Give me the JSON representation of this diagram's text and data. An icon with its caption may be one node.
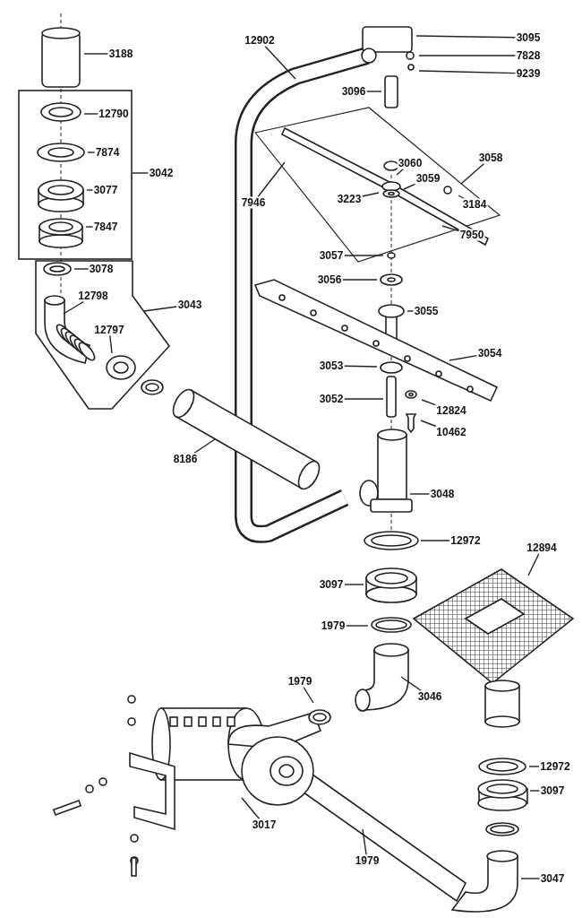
{
  "diagram": {
    "nodes": [
      {
        "text": [
          "3188"
        ]
      },
      {
        "text": [
          "3095"
        ]
      },
      {
        "text": [
          "12902"
        ]
      },
      {
        "text": [
          "7828"
        ]
      },
      {
        "text": [
          "9239"
        ]
      },
      {
        "text": [
          "3096"
        ]
      },
      {
        "text": [
          "3042"
        ]
      },
      {
        "text": [],
        "shape": "box"
      },
      {
        "text": [
          "12790"
        ],
        "in": 7
      },
      {
        "text": [
          "7874"
        ],
        "in": 7
      },
      {
        "text": [
          "3077"
        ],
        "in": 7
      },
      {
        "text": [
          "3060"
        ]
      },
      {
        "text": [
          "3058"
        ]
      },
      {
        "text": [
          "3059"
        ]
      },
      {
        "text": [
          "7946"
        ]
      },
      {
        "text": [
          "3223"
        ]
      },
      {
        "text": [
          "3184"
        ]
      },
      {
        "text": [
          "7950"
        ]
      },
      {
        "text": [
          "3057"
        ]
      },
      {
        "text": [
          "7847"
        ],
        "in": 7
      },
      {
        "text": [
          "3043"
        ]
      },
      {
        "text": [],
        "shape": "box"
      },
      {
        "text": [
          "3078"
        ],
        "in": 21
      },
      {
        "text": [
          "3056"
        ]
      },
      {
        "text": [
          "12798"
        ],
        "in": 21
      },
      {
        "text": [
          "3055"
        ]
      },
      {
        "text": [
          "12797"
        ],
        "in": 21
      },
      {
        "text": [
          "3054"
        ]
      },
      {
        "text": [
          "3053"
        ]
      },
      {
        "text": [
          "3052"
        ]
      },
      {
        "text": [
          "12824"
        ]
      },
      {
        "text": [
          "10462"
        ]
      },
      {
        "text": [
          "8186"
        ]
      },
      {
        "text": [
          "3048"
        ]
      },
      {
        "text": [
          "12972"
        ]
      },
      {
        "text": [
          "12894"
        ]
      },
      {
        "text": [
          "3097"
        ]
      },
      {
        "text": [
          "1979"
        ]
      },
      {
        "text": [
          "1979"
        ]
      },
      {
        "text": [
          "3046"
        ]
      },
      {
        "text": [
          "12972"
        ]
      },
      {
        "text": [
          "3097"
        ]
      },
      {
        "text": [
          "3017"
        ]
      },
      {
        "text": [
          "1979"
        ]
      },
      {
        "text": [
          "3047"
        ]
      }
    ],
    "edges": [
      {
        "from": 0,
        "to": null,
        "arrow": "none"
      },
      {
        "from": 1,
        "to": null,
        "arrow": "none"
      },
      {
        "from": 2,
        "to": null,
        "arrow": "none"
      },
      {
        "from": 3,
        "to": null,
        "arrow": "none"
      },
      {
        "from": 4,
        "to": null,
        "arrow": "none"
      },
      {
        "from": 5,
        "to": null,
        "arrow": "none"
      },
      {
        "from": 6,
        "to": 7,
        "arrow": "none"
      },
      {
        "from": 8,
        "to": null,
        "arrow": "none"
      },
      {
        "from": 9,
        "to": null,
        "arrow": "none"
      },
      {
        "from": 10,
        "to": null,
        "arrow": "none"
      },
      {
        "from": 11,
        "to": null,
        "arrow": "none"
      },
      {
        "from": 12,
        "to": null,
        "arrow": "none"
      },
      {
        "from": 13,
        "to": null,
        "arrow": "none"
      },
      {
        "from": 14,
        "to": null,
        "arrow": "none"
      },
      {
        "from": 15,
        "to": null,
        "arrow": "none"
      },
      {
        "from": 16,
        "to": null,
        "arrow": "none"
      },
      {
        "from": 17,
        "to": null,
        "arrow": "none"
      },
      {
        "from": 18,
        "to": null,
        "arrow": "none"
      },
      {
        "from": 19,
        "to": null,
        "arrow": "none"
      },
      {
        "from": 20,
        "to": 21,
        "arrow": "none"
      },
      {
        "from": 22,
        "to": null,
        "arrow": "none"
      },
      {
        "from": 23,
        "to": null,
        "arrow": "none"
      },
      {
        "from": 24,
        "to": null,
        "arrow": "none"
      },
      {
        "from": 25,
        "to": null,
        "arrow": "none"
      },
      {
        "from": 26,
        "to": null,
        "arrow": "none"
      },
      {
        "from": 27,
        "to": null,
        "arrow": "none"
      },
      {
        "from": 28,
        "to": null,
        "arrow": "none"
      },
      {
        "from": 29,
        "to": null,
        "arrow": "none"
      },
      {
        "from": 30,
        "to": null,
        "arrow": "none"
      },
      {
        "from": 31,
        "to": null,
        "arrow": "none"
      },
      {
        "from": 32,
        "to": null,
        "arrow": "none"
      },
      {
        "from": 33,
        "to": null,
        "arrow": "none"
      },
      {
        "from": 34,
        "to": null,
        "arrow": "none"
      },
      {
        "from": 35,
        "to": null,
        "arrow": "none"
      },
      {
        "from": 36,
        "to": null,
        "arrow": "none"
      },
      {
        "from": 37,
        "to": null,
        "arrow": "none"
      },
      {
        "from": 38,
        "to": null,
        "arrow": "none"
      },
      {
        "from": 39,
        "to": null,
        "arrow": "none"
      },
      {
        "from": 40,
        "to": null,
        "arrow": "none"
      },
      {
        "from": 41,
        "to": null,
        "arrow": "none"
      },
      {
        "from": 42,
        "to": null,
        "arrow": "none"
      },
      {
        "from": 43,
        "to": null,
        "arrow": "none"
      },
      {
        "from": 44,
        "to": null,
        "arrow": "none"
      }
    ]
  }
}
